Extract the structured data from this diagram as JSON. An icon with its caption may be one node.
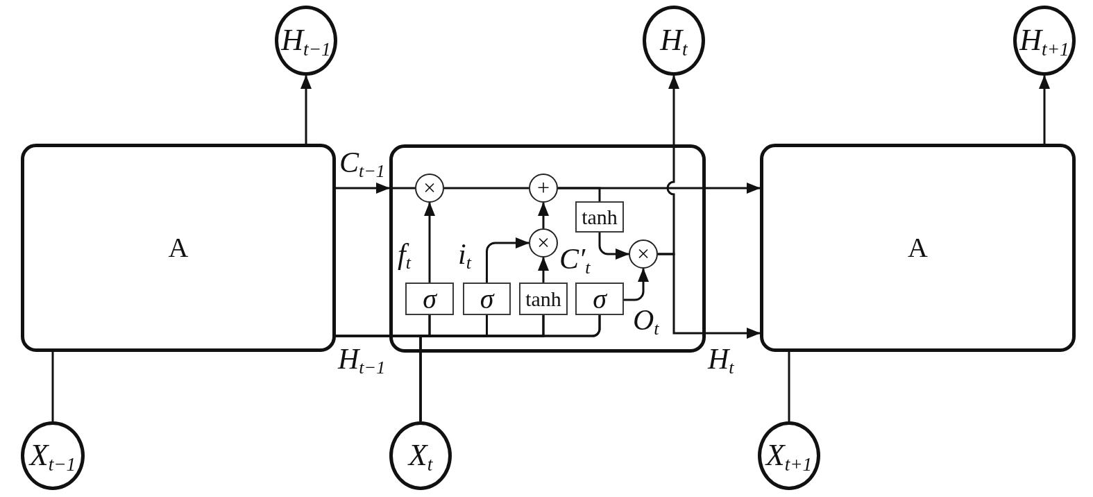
{
  "diagram": {
    "nodes": [
      {
        "text": [
          "H$_{t−1}$"
        ]
      },
      {
        "text": [
          "H$_{t}$"
        ]
      },
      {
        "text": [
          "H$_{t+1}$"
        ]
      },
      {
        "text": [
          "A"
        ]
      },
      {
        "text": [],
        "shape": "box"
      },
      {
        "text": [
          "×"
        ],
        "in": 4
      },
      {
        "text": [
          "+"
        ],
        "in": 4
      },
      {
        "text": [
          "tanh"
        ],
        "in": 4
      },
      {
        "text": [
          "×"
        ],
        "in": 4
      },
      {
        "text": [
          "×"
        ],
        "in": 4
      },
      {
        "text": [
          "σ"
        ],
        "in": 4
      },
      {
        "text": [
          "σ"
        ],
        "in": 4
      },
      {
        "text": [
          "tanh"
        ],
        "in": 4
      },
      {
        "text": [
          "σ"
        ],
        "in": 4
      },
      {
        "text": [
          "A"
        ]
      },
      {
        "text": [
          "X$_{t−1}$"
        ]
      },
      {
        "text": [
          "X$_{t}$"
        ]
      },
      {
        "text": [
          "X$_{t+1}$"
        ]
      }
    ],
    "edges": [
      {
        "from": 3,
        "to": 0,
        "arrow": "to"
      },
      {
        "from": 9,
        "to": 1,
        "arrow": "to"
      },
      {
        "from": 14,
        "to": 2,
        "arrow": "to"
      },
      {
        "from": 3,
        "to": 4,
        "arrow": "to",
        "label": "C$_{t−1}$"
      },
      {
        "from": 4,
        "to": 5,
        "arrow": "none"
      },
      {
        "from": 5,
        "to": 6,
        "arrow": "none"
      },
      {
        "from": 6,
        "to": 14,
        "arrow": "to"
      },
      {
        "from": 6,
        "to": 7,
        "arrow": "none"
      },
      {
        "from": 10,
        "to": 5,
        "arrow": "to",
        "label": "f$_{t}$"
      },
      {
        "from": 11,
        "to": 8,
        "arrow": "to",
        "label": "i$_{t}$"
      },
      {
        "from": 12,
        "to": 8,
        "arrow": "to",
        "label": "C′$_{t}$"
      },
      {
        "from": 8,
        "to": 6,
        "arrow": "to"
      },
      {
        "from": 7,
        "to": 9,
        "arrow": "to"
      },
      {
        "from": 13,
        "to": 9,
        "arrow": "to",
        "label": "O$_{t}$"
      },
      {
        "from": 9,
        "to": 14,
        "arrow": "to",
        "label": "H$_{t}$"
      },
      {
        "from": 3,
        "to": 10,
        "arrow": "none",
        "label": "H$_{t−1}$"
      },
      {
        "from": 3,
        "to": 11,
        "arrow": "none"
      },
      {
        "from": 3,
        "to": 12,
        "arrow": "none"
      },
      {
        "from": 3,
        "to": 13,
        "arrow": "none"
      },
      {
        "from": 16,
        "to": 10,
        "arrow": "none"
      },
      {
        "from": 16,
        "to": 11,
        "arrow": "none"
      },
      {
        "from": 16,
        "to": 12,
        "arrow": "none"
      },
      {
        "from": 16,
        "to": 13,
        "arrow": "none"
      },
      {
        "from": 15,
        "to": 3,
        "arrow": "none"
      },
      {
        "from": 17,
        "to": 14,
        "arrow": "none"
      }
    ]
  }
}
